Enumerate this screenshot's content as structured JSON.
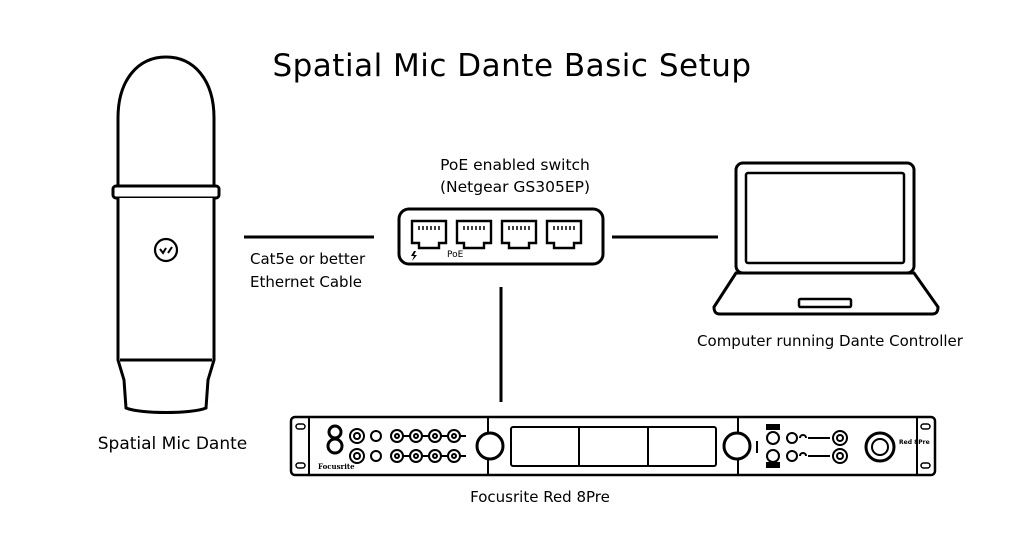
{
  "title": "Spatial Mic Dante Basic Setup",
  "nodes": {
    "microphone": {
      "label": "Spatial Mic Dante"
    },
    "switch": {
      "label_line1": "PoE enabled switch",
      "label_line2": "(Netgear GS305EP)",
      "port_label": "PoE"
    },
    "computer": {
      "label": "Computer running Dante Controller"
    },
    "interface": {
      "label": "Focusrite Red 8Pre",
      "brand_mark": "Focusrite",
      "model_mark": "Red 8Pre"
    }
  },
  "connections": {
    "mic_to_switch": {
      "label_line1": "Cat5e or better",
      "label_line2": "Ethernet Cable"
    }
  }
}
